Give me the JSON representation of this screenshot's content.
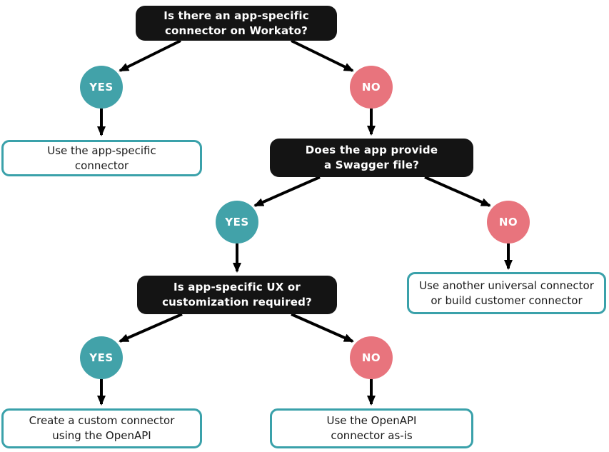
{
  "colors": {
    "decision_bg": "#141414",
    "decision_text": "#FFFFFF",
    "yes_color": "#42A2A9",
    "no_color": "#E8747D",
    "outcome_border": "#3AA1AA",
    "outcome_text": "#1A1A1A",
    "arrow_color": "#000000",
    "canvas_bg": "#FFFFFF"
  },
  "branch_labels": {
    "yes": "YES",
    "no": "NO"
  },
  "nodes": {
    "q1": {
      "type": "decision",
      "lines": [
        "Is there an app-specific",
        "connector on Workato?"
      ]
    },
    "q2": {
      "type": "decision",
      "lines": [
        "Does the app provide",
        "a Swagger file?"
      ]
    },
    "q3": {
      "type": "decision",
      "lines": [
        "Is app-specific UX or",
        "customization required?"
      ]
    },
    "o1": {
      "type": "outcome",
      "lines": [
        "Use the app-specific",
        "connector"
      ]
    },
    "o2": {
      "type": "outcome",
      "lines": [
        "Use another universal connector",
        "or build customer connector"
      ]
    },
    "o3": {
      "type": "outcome",
      "lines": [
        "Create a custom connector",
        "using the OpenAPI"
      ]
    },
    "o4": {
      "type": "outcome",
      "lines": [
        "Use the OpenAPI",
        "connector as-is"
      ]
    }
  },
  "edges": [
    {
      "from": "q1",
      "branch": "YES",
      "to": "o1"
    },
    {
      "from": "q1",
      "branch": "NO",
      "to": "q2"
    },
    {
      "from": "q2",
      "branch": "YES",
      "to": "q3"
    },
    {
      "from": "q2",
      "branch": "NO",
      "to": "o2"
    },
    {
      "from": "q3",
      "branch": "YES",
      "to": "o3"
    },
    {
      "from": "q3",
      "branch": "NO",
      "to": "o4"
    }
  ]
}
